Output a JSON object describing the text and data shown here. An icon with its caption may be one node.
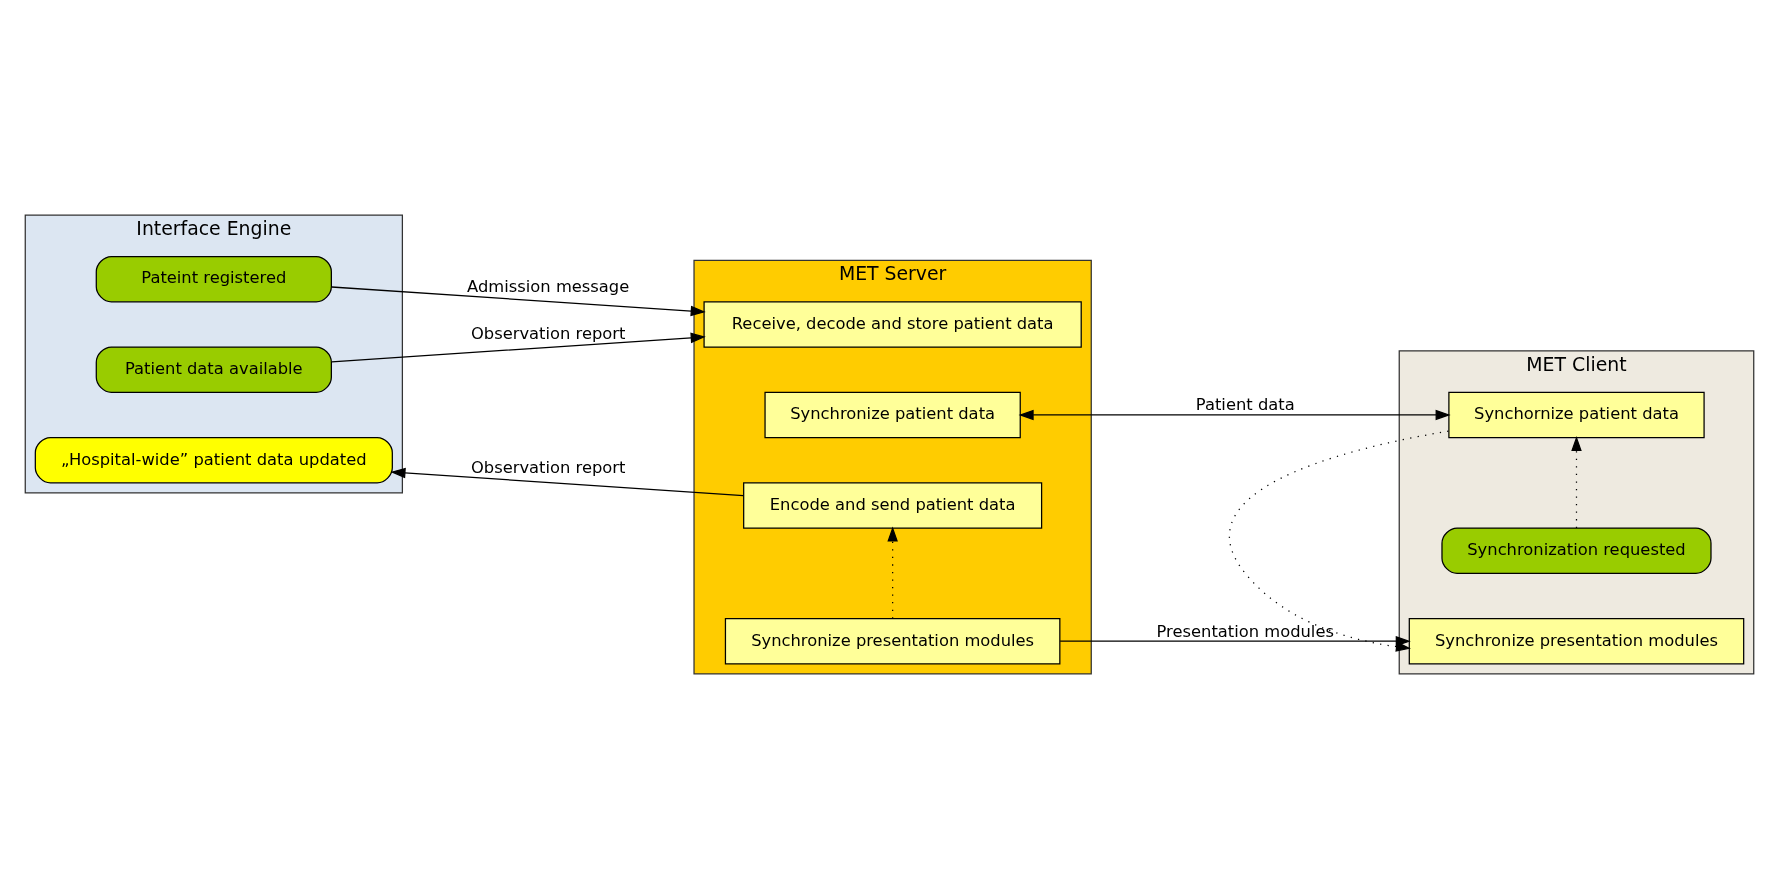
{
  "diagram": {
    "nodes": [
      {
        "text": [
          "Interface Engine"
        ]
      },
      {
        "text": [
          "Pateint registered"
        ],
        "in": 0
      },
      {
        "text": [
          "Patient data available"
        ],
        "in": 0
      },
      {
        "text": [
          "„Hospital-wide” patient data updated"
        ],
        "in": 0
      },
      {
        "text": [
          "MET Server"
        ]
      },
      {
        "text": [
          "Receive, decode and store patient data"
        ],
        "in": 4
      },
      {
        "text": [
          "Synchronize patient data"
        ],
        "in": 4
      },
      {
        "text": [
          "Synchronize presentation modules"
        ],
        "in": 4
      },
      {
        "text": [
          "Encode and send patient data"
        ],
        "in": 4
      },
      {
        "text": [
          "MET Client"
        ]
      },
      {
        "text": [
          "Synchronization requested"
        ],
        "in": 9
      },
      {
        "text": [
          "Synchornize patient data"
        ],
        "in": 9
      },
      {
        "text": [
          "Synchronize presentation modules"
        ],
        "in": 9
      }
    ],
    "edges": [
      {
        "from": 1,
        "to": 5,
        "arrow": "to",
        "label": "Admission message"
      },
      {
        "from": 2,
        "to": 5,
        "arrow": "to",
        "label": "Observation report"
      },
      {
        "from": 6,
        "to": 11,
        "arrow": "both",
        "label": "Patient data"
      },
      {
        "from": 7,
        "to": 12,
        "arrow": "to",
        "label": "Presentation modules"
      },
      {
        "from": 7,
        "to": 8,
        "arrow": "to",
        "style": "dashed"
      },
      {
        "from": 8,
        "to": 3,
        "arrow": "to",
        "label": "Observation report"
      },
      {
        "from": 10,
        "to": 11,
        "arrow": "to",
        "style": "dashed"
      },
      {
        "from": 11,
        "to": 12,
        "arrow": "to",
        "style": "dashed"
      }
    ]
  }
}
